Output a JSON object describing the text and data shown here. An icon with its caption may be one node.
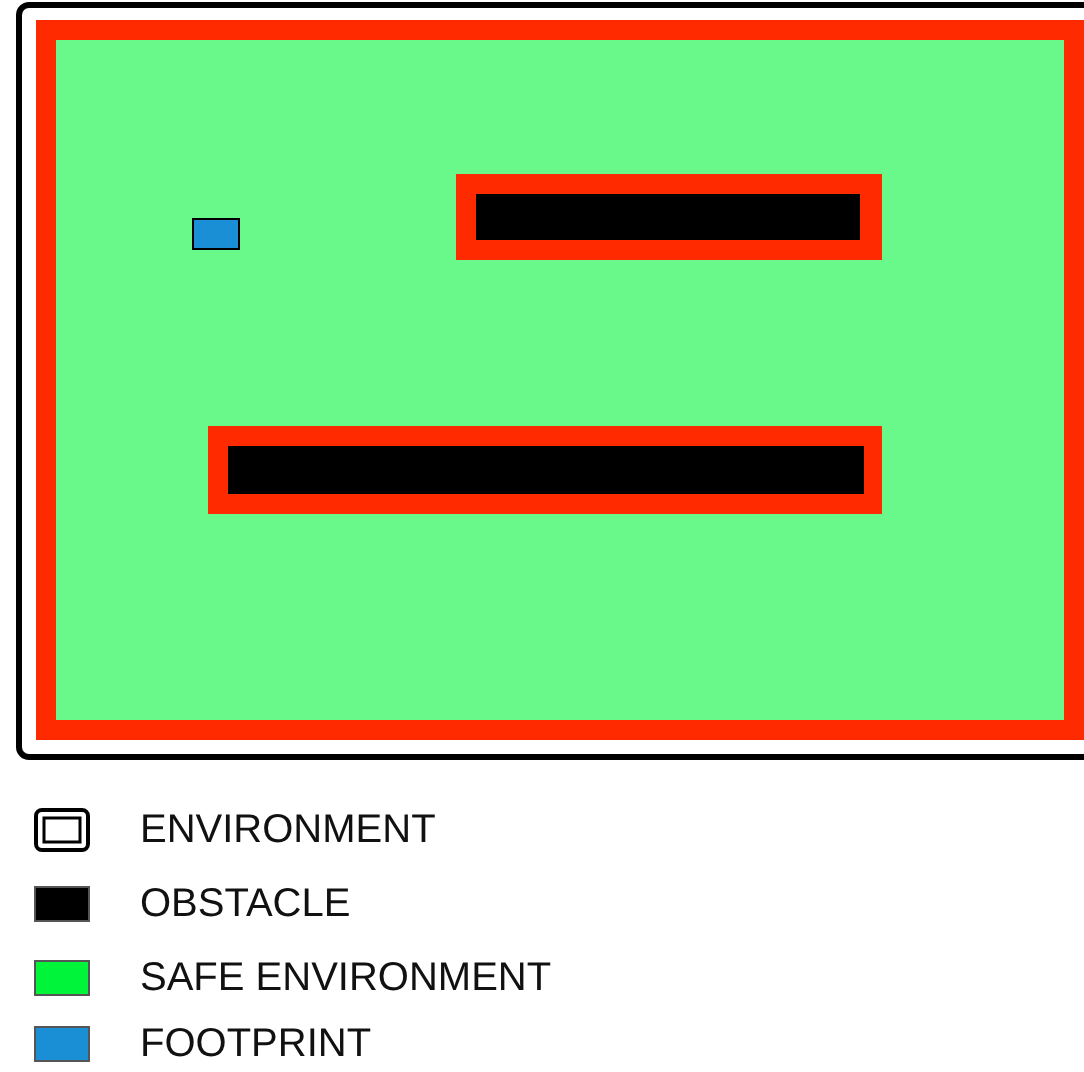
{
  "diagram": {
    "legend": [
      {
        "text": "ENVIRONMENT"
      },
      {
        "text": "OBSTACLE",
        "color": "#000000"
      },
      {
        "text": "SAFE ENVIRONMENT",
        "color": "#00f53a"
      },
      {
        "text": "FOOTPRINT",
        "color": "#1b8fd6"
      }
    ]
  }
}
